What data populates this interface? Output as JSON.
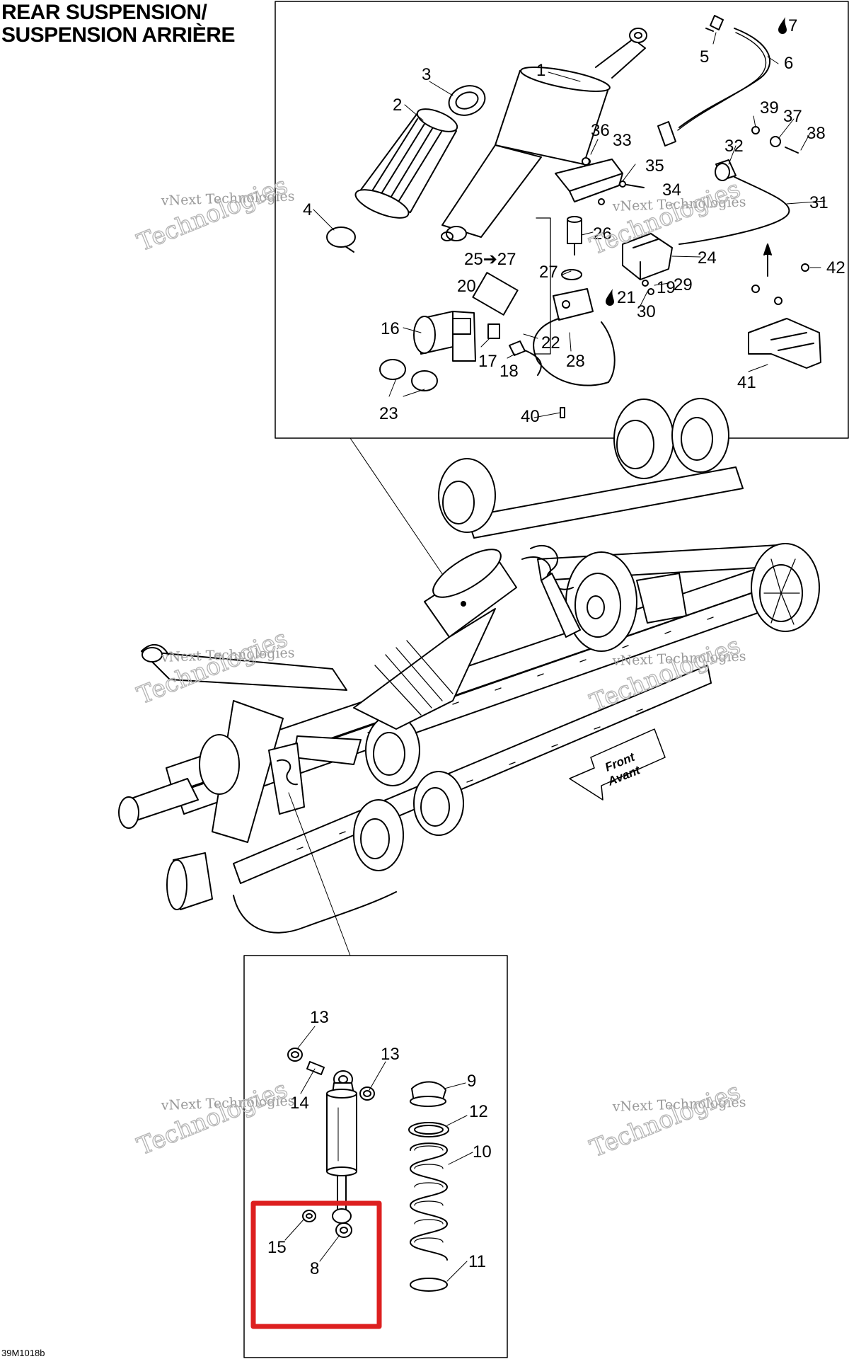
{
  "title": {
    "line1": "REAR SUSPENSION/",
    "line2": "SUSPENSION ARRIÈRE"
  },
  "diagram_code": "39M1018b",
  "watermark": {
    "line1": "vNext Technologies",
    "line2": "Technologies"
  },
  "front_arrow": {
    "line1": "Front",
    "line2": "Avant"
  },
  "callouts": {
    "c1": "1",
    "c2": "2",
    "c3": "3",
    "c4": "4",
    "c5": "5",
    "c6": "6",
    "c7": "7",
    "c8": "8",
    "c9": "9",
    "c10": "10",
    "c11": "11",
    "c12": "12",
    "c13a": "13",
    "c13b": "13",
    "c14": "14",
    "c15": "15",
    "c16": "16",
    "c17": "17",
    "c18": "18",
    "c19": "19",
    "c20": "20",
    "c21": "21",
    "c22": "22",
    "c23": "23",
    "c24": "24",
    "c25_27": "25➔27",
    "c26": "26",
    "c27": "27",
    "c28": "28",
    "c29": "29",
    "c30": "30",
    "c31": "31",
    "c32": "32",
    "c33": "33",
    "c34": "34",
    "c35": "35",
    "c36": "36",
    "c37": "37",
    "c38": "38",
    "c39": "39",
    "c40": "40",
    "c41": "41",
    "c42": "42"
  },
  "colors": {
    "line": "#000000",
    "highlight": "#dd1f1f",
    "watermark": "#a0a0a0"
  },
  "icons": {
    "fluid_drop": "oil-drop-icon"
  }
}
